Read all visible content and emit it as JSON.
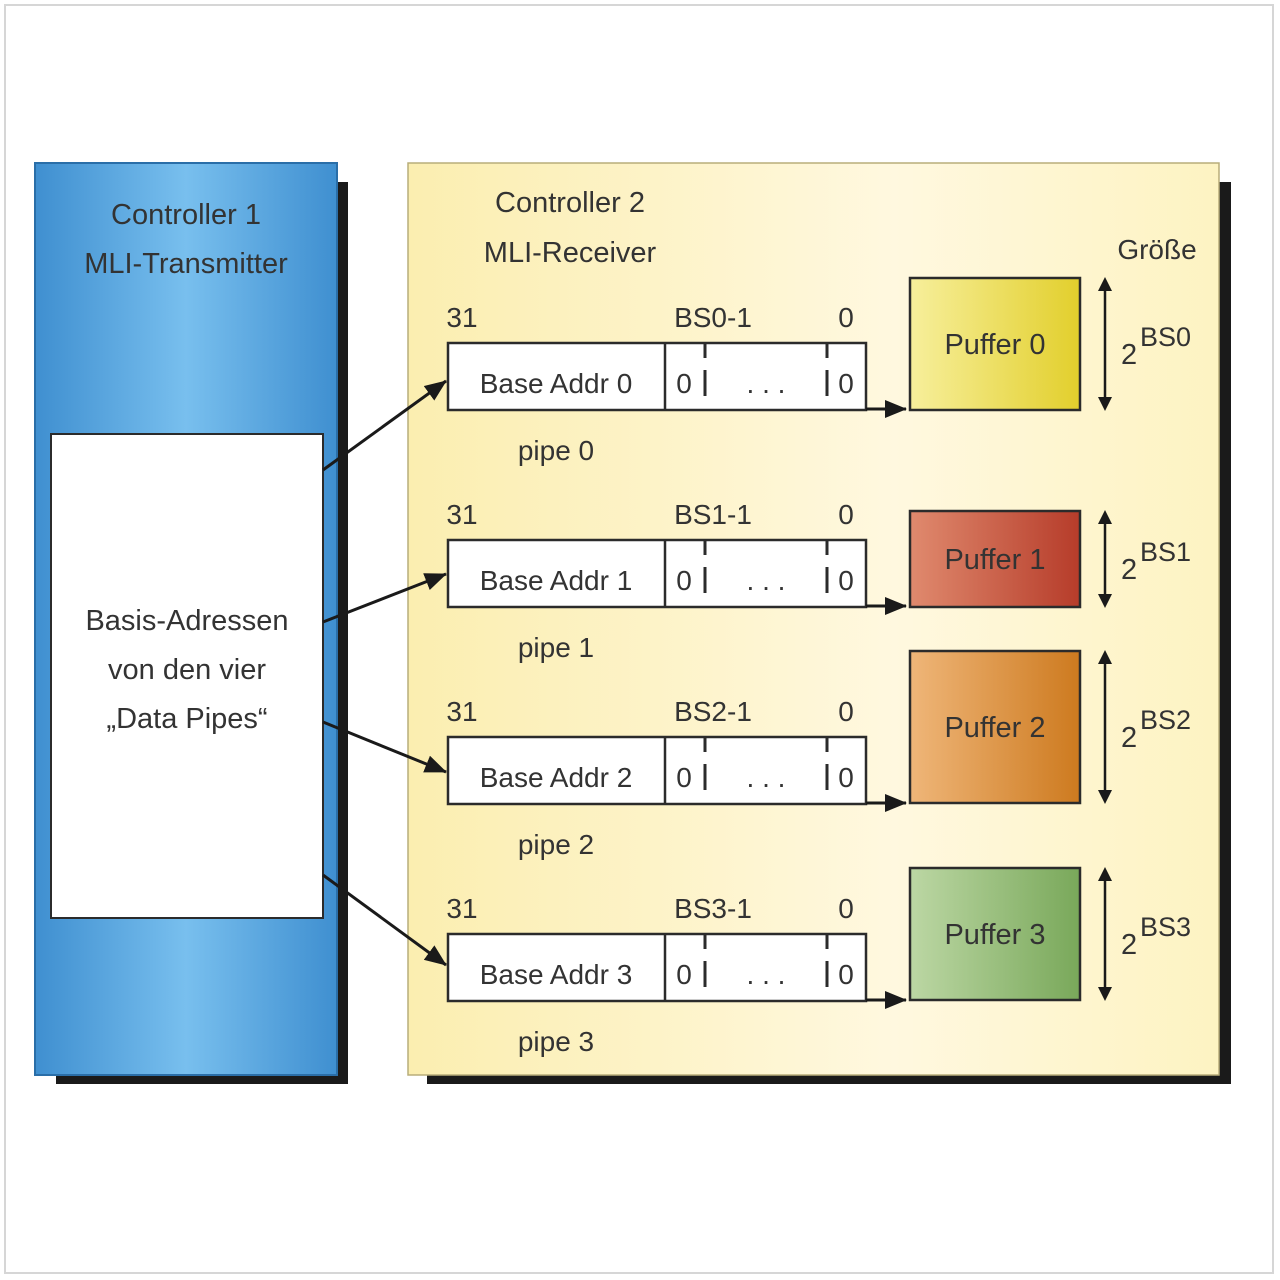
{
  "transmitter": {
    "title_line1": "Controller 1",
    "title_line2": "MLI-Transmitter",
    "box_line1": "Basis-Adressen",
    "box_line2": "von den vier",
    "box_line3": "„Data Pipes“",
    "color": "#4aa3dc"
  },
  "receiver": {
    "title_line1": "Controller 2",
    "title_line2": "MLI-Receiver",
    "size_header": "Größe",
    "color": "#fdf5c8"
  },
  "register": {
    "msb": "31",
    "lsb": "0",
    "zero_left": "0",
    "zero_right": "0",
    "dots": ". . ."
  },
  "pipes": [
    {
      "bit_label": "BS0-1",
      "base_label": "Base Addr 0",
      "pipe_label": "pipe 0",
      "buffer_label": "Puffer 0",
      "size_base": "2",
      "size_exp": "BS0",
      "buffer_color": "#e8d93a"
    },
    {
      "bit_label": "BS1-1",
      "base_label": "Base Addr 1",
      "pipe_label": "pipe 1",
      "buffer_label": "Puffer 1",
      "size_base": "2",
      "size_exp": "BS1",
      "buffer_color": "#c9533b"
    },
    {
      "bit_label": "BS2-1",
      "base_label": "Base Addr 2",
      "pipe_label": "pipe 2",
      "buffer_label": "Puffer 2",
      "size_base": "2",
      "size_exp": "BS2",
      "buffer_color": "#d88a2e"
    },
    {
      "bit_label": "BS3-1",
      "base_label": "Base Addr 3",
      "pipe_label": "pipe 3",
      "buffer_label": "Puffer 3",
      "size_base": "2",
      "size_exp": "BS3",
      "buffer_color": "#8fb86e"
    }
  ]
}
